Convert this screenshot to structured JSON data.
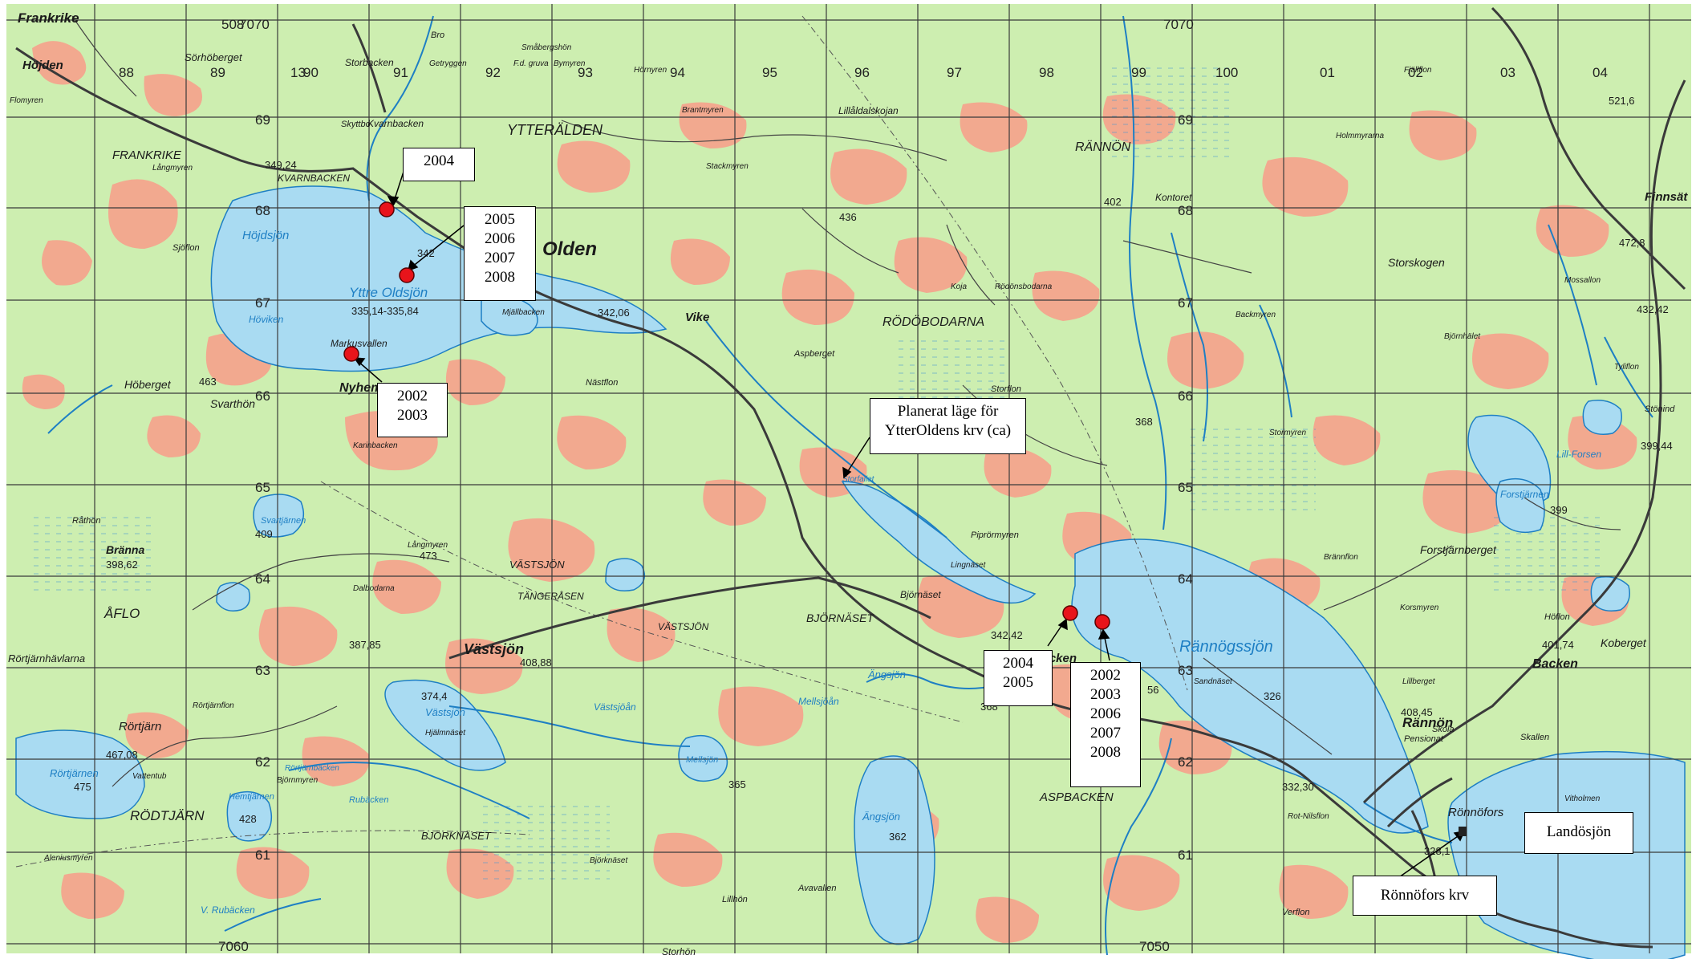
{
  "colors": {
    "land": "#cdeeb0",
    "forest_open": "#f2a98f",
    "water": "#a9dbf2",
    "water_line": "#1e7fc4",
    "grid": "#3a3a3a",
    "road": "#3a3a3a",
    "marker": "#e8141b"
  },
  "grid_labels": {
    "top": [
      "7070",
      "88",
      "89",
      "90",
      "91",
      "92",
      "93",
      "94",
      "95",
      "96",
      "97",
      "98",
      "99",
      "100",
      "01",
      "02",
      "03",
      "04",
      "7070"
    ],
    "left": [
      "69",
      "68",
      "67",
      "66",
      "65",
      "64",
      "63",
      "62",
      "61"
    ],
    "mid": [
      "69",
      "68",
      "67",
      "66",
      "65",
      "64",
      "63",
      "62",
      "61"
    ],
    "bottom_left": "7060",
    "bottom_mid": "7050",
    "prefix_508": "508",
    "prefix_13": "13"
  },
  "place_names": {
    "frankrike": "Frankrike",
    "hojden": "Höjden",
    "sorhoberget": "Sörhöberget",
    "storbacken": "Storbacken",
    "bro": "Bro",
    "smabergshon": "Småbergshön",
    "getryggen": "Getryggen",
    "bymyren": "Bymyren",
    "hornyren": "Hörnyren",
    "flomyren": "Flomyren",
    "skyttbo": "Skyttbo",
    "kvarnbacken": "Kvarnbacken",
    "ytteralden": "YTTERÄLDEN",
    "brantmyren": "Brantmyren",
    "lillaldalskojan": "Lillåldalskojan",
    "rannon_n": "RÄNNÖN",
    "holmmyrarna": "Holmmyrarna",
    "frankrike_caps": "FRANKRIKE",
    "langmyren_n": "Långmyren",
    "kvarnbacken_caps": "KVARNBACKEN",
    "stackmyren": "Stackmyren",
    "kontoret": "Kontoret",
    "finnsat": "Finnsät",
    "hojdsjon": "Höjdsjön",
    "sjoflon": "Sjöflon",
    "olden": "Olden",
    "storskogen": "Storskogen",
    "mossallon": "Mossallon",
    "yttre_oldsjon": "Yttre Oldsjön",
    "hoviken": "Höviken",
    "mjallbacken": "Mjällbacken",
    "vike": "Vike",
    "rodobodarna_caps": "RÖDÖBODARNA",
    "koja": "Koja",
    "rodonsbodarna": "Rödönsbodarna",
    "backmyren": "Backmyren",
    "bjornhalet": "Björnhälet",
    "markusvallen": "Markusvallen",
    "nyhem": "Nyhem",
    "aspberget": "Aspberget",
    "hoberget": "Höberget",
    "svarthon": "Svarthön",
    "nastflon": "Nästflon",
    "storflon": "Storflon",
    "stormyren": "Stormyren",
    "karinbacken": "Karinbacken",
    "lill_forsen": "Lill-Forsen",
    "storfallet": "Storfallet",
    "rathon": "Råthön",
    "svartjarnen": "Svartjärnen",
    "forstjarnen": "Forstjärnen",
    "pipromyren": "Piprörmyren",
    "branna": "Bränna",
    "langmyren_s": "Långmyren",
    "vastsjon_caps": "VÄSTSJÖN",
    "lingnaset": "Lingnäset",
    "brannflon": "Brännflon",
    "forstjarnberget": "Forstjärnberget",
    "dalbodarna": "Dalbodarna",
    "angeraset_caps": "TÄNGERÅSEN",
    "bjornaset": "Björnäset",
    "aflo_caps": "ÅFLO",
    "vastsjon_caps2": "VÄSTSJÖN",
    "bjornaset_caps": "BJÖRNÄSET",
    "rannogssjon": "Rännögssjön",
    "korsmyren": "Korsmyren",
    "hoflon": "Höflon",
    "rortjarnhavlarna": "Rörtjärnhävlarna",
    "vastsjon": "Västsjön",
    "aspbacken": "Aspbacken",
    "koberget": "Koberget",
    "backen": "Backen",
    "angsjon_stream": "Ängsjön",
    "sandnaset": "Sandnäset",
    "lillberget": "Lillberget",
    "rortjarnflon": "Rörtjärnflon",
    "vastsjon_lake": "Västsjön",
    "hjalmnaset": "Hjälmnäset",
    "vastsjoan": "Västsjöån",
    "mellsjoan": "Mellsjöån",
    "rannon": "Rännön",
    "pensionat": "Pensionat",
    "skola": "Skola",
    "skallen": "Skallen",
    "rortjarn": "Rörtjärn",
    "rortjarnen": "Rörtjärnen",
    "vattentub": "Vattentub",
    "rortjarnbacken": "Rörtjärnbäcken",
    "bjornmyren": "Björnmyren",
    "mellsjon": "Mellsjön",
    "aspbacken_caps": "ASPBACKEN",
    "vitholmen": "Vitholmen",
    "rodtjarn_caps": "RÖDTJÄRN",
    "hemtjarnen": "Hemtjärnen",
    "rubacken": "Rubäcken",
    "angsjon": "Ängsjön",
    "rot_nilsflon": "Rot-Nilsflon",
    "ronnofors": "Rönnöfors",
    "bjorknaset_caps": "BJÖRKNÄSET",
    "aleniusmyren": "Aleniusmyren",
    "bjorknaset": "Björknäset",
    "lillhon": "Lillhön",
    "avavallen": "Avavallen",
    "verflon": "Verflon",
    "v_rubacken": "V. Rubäcken",
    "storhon": "Storhön",
    "tyliflon": "Tyliflon",
    "fjallflon": "Fjällflon",
    "stonind": "Stönind",
    "f_d_gruva": "F.d. gruva"
  },
  "elevations": [
    "349,24",
    "342",
    "335,14-335,84",
    "342,06",
    "436",
    "402",
    "472,8",
    "521,6",
    "432,42",
    "463",
    "368",
    "399,44",
    "399",
    "409",
    "398,62",
    "473",
    "387,85",
    "408,88",
    "342,42",
    "401,74",
    "374,4",
    "326",
    "368",
    "408,45",
    "467,08",
    "475",
    "428",
    "365",
    "332,30",
    "362",
    "328,1",
    "56"
  ],
  "callouts": {
    "c2004_top": [
      "2004"
    ],
    "c2005_2008": [
      "2005",
      "2006",
      "2007",
      "2008"
    ],
    "c2002_2003": [
      "2002",
      "2003"
    ],
    "planned": [
      "Planerat läge för",
      "YtterOldens krv (ca)"
    ],
    "c2004_2005": [
      "2004",
      "2005"
    ],
    "c2002_2008": [
      "2002",
      "2003",
      "2006",
      "2007",
      "2008"
    ],
    "landosjon": [
      "Landösjön"
    ],
    "ronnofors_krv": [
      "Rönnöfors krv"
    ]
  }
}
